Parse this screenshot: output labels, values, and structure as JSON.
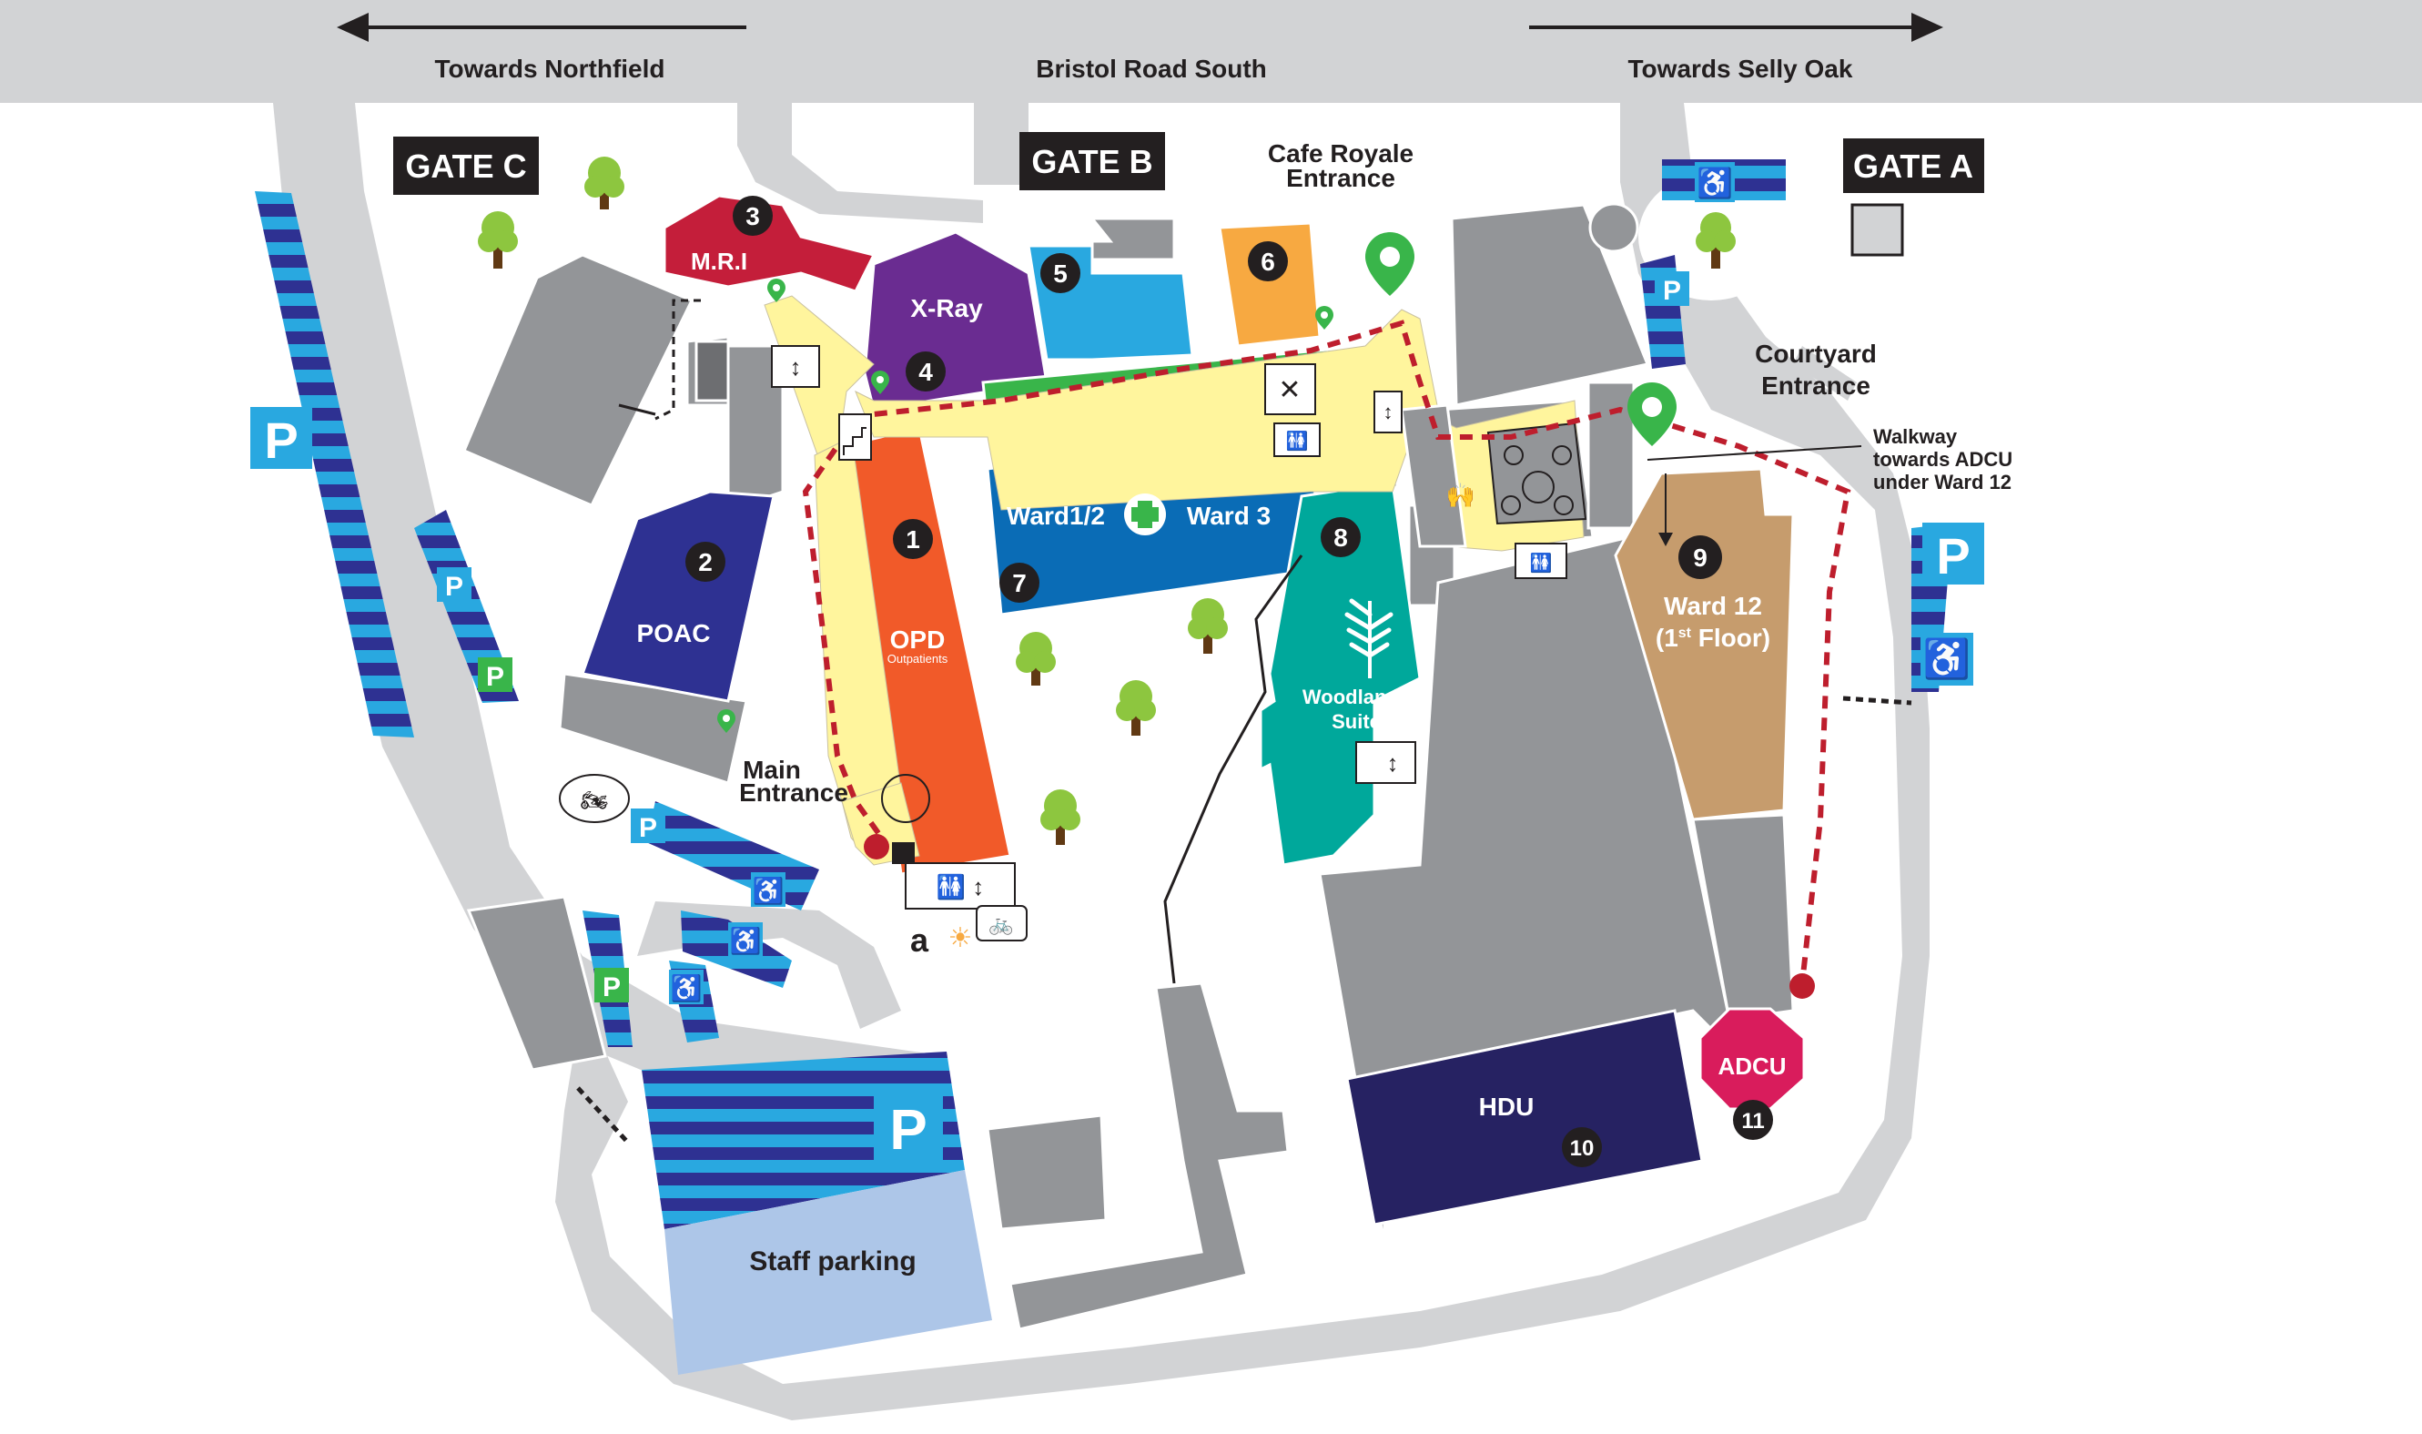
{
  "road": {
    "name": "Bristol Road South",
    "left": "Towards Northfield",
    "right": "Towards Selly Oak"
  },
  "gates": {
    "c": "GATE C",
    "b": "GATE B",
    "a": "GATE A"
  },
  "labels": {
    "cafe_royale_1": "Cafe Royale",
    "cafe_royale_2": "Entrance",
    "courtyard_1": "Courtyard",
    "courtyard_2": "Entrance",
    "walkway_1": "Walkway",
    "walkway_2": "towards ADCU",
    "walkway_3": "under Ward 12",
    "main_entrance_1": "Main",
    "main_entrance_2": "Entrance",
    "staff_parking": "Staff parking"
  },
  "buildings": {
    "mri": "M.R.I",
    "xray": "X-Ray",
    "poac": "POAC",
    "opd": "OPD",
    "opd_sub": "Outpatients",
    "ward12": "Ward1/2",
    "ward3": "Ward 3",
    "woodlands_1": "Woodlands",
    "woodlands_2": "Suite",
    "ward12b_1": "Ward 12",
    "ward12b_2a": "(1",
    "ward12b_2b": "st",
    "ward12b_2c": " Floor)",
    "hdu": "HDU",
    "adcu": "ADCU"
  },
  "numbers": [
    "1",
    "2",
    "3",
    "4",
    "5",
    "6",
    "7",
    "8",
    "9",
    "10",
    "11"
  ],
  "parking_symbol": "P",
  "colors": {
    "road": "#d2d3d5",
    "building_grey": "#939598",
    "mri": "#c41e3a",
    "xray": "#6a2c91",
    "area5": "#29a8e0",
    "cafe": "#f7a941",
    "green": "#39b54a",
    "ward_blue": "#0a6cb6",
    "opd": "#f15a29",
    "poac": "#2e3192",
    "woodlands": "#00a89b",
    "ward12": "#c69c6d",
    "hdu": "#262262",
    "adcu": "#d91c5c",
    "corridor": "#fff59d",
    "route": "#be1e2d",
    "parking_blue": "#29a8e0",
    "parking_dark": "#2e3192",
    "staff_parking": "#adc6e8",
    "tree": "#8dc63f",
    "marker": "#39b54a"
  },
  "icons": [
    "arrow-left-icon",
    "arrow-right-icon",
    "tree-icon",
    "parking-icon",
    "disabled-icon",
    "lift-icon",
    "stairs-icon",
    "toilets-icon",
    "cafe-icon",
    "chapel-icon",
    "motorbike-icon",
    "bicycle-icon",
    "shop-icon",
    "location-pin-icon",
    "first-aid-icon"
  ]
}
